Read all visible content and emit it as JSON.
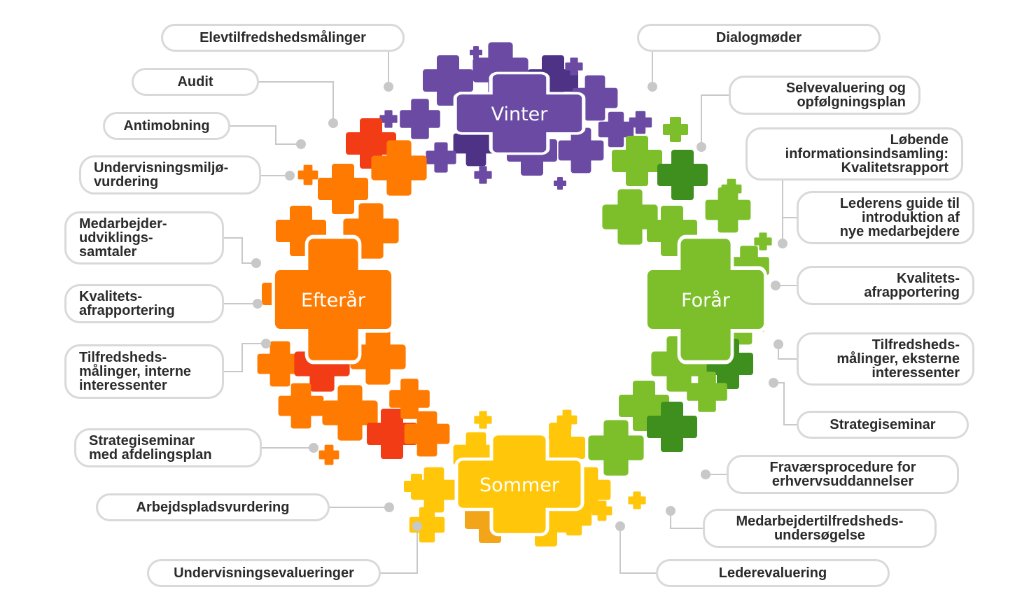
{
  "colors": {
    "vinter": "#6a4aa3",
    "vinter_dark": "#4e3286",
    "foraar": "#7cbf2a",
    "foraar_dark": "#3f8f1f",
    "sommer": "#ffc60a",
    "sommer_dark": "#f3a51a",
    "efteraar": "#ff7a00",
    "efteraar_dark": "#f13c16",
    "callout_border": "#d9d9d9",
    "connector": "#c8c8c8",
    "text": "#2b2b2b"
  },
  "seasons": {
    "vinter": "Vinter",
    "foraar": "Forår",
    "sommer": "Sommer",
    "efteraar": "Efterår"
  },
  "left_items": [
    "Elevtilfredshedsmålinger",
    "Audit",
    "Antimobning",
    "Undervisningsmiljø-\nvurdering",
    "Medarbejder-\nudviklings-\nsamtaler",
    "Kvalitets-\nafrapportering",
    "Tilfredsheds-\nmålinger, interne\ninteressenter",
    "Strategiseminar\nmed afdelingsplan",
    "Arbejdspladsvurdering",
    "Undervisningsevalueringer"
  ],
  "right_items": [
    "Dialogmøder",
    "Selvevaluering og\nopfølgningsplan",
    "Løbende\ninformationsindsamling:\nKvalitetsrapport",
    "Lederens guide til\nintroduktion af\nnye medarbejdere",
    "Kvalitets-\nafrapportering",
    "Tilfredsheds-\nmålinger, eksterne\ninteressenter",
    "Strategiseminar",
    "Fraværsprocedure for\nerhvervsuddannelser",
    "Medarbejdertilfredsheds-\nundersøgelse",
    "Lederevaluering"
  ]
}
